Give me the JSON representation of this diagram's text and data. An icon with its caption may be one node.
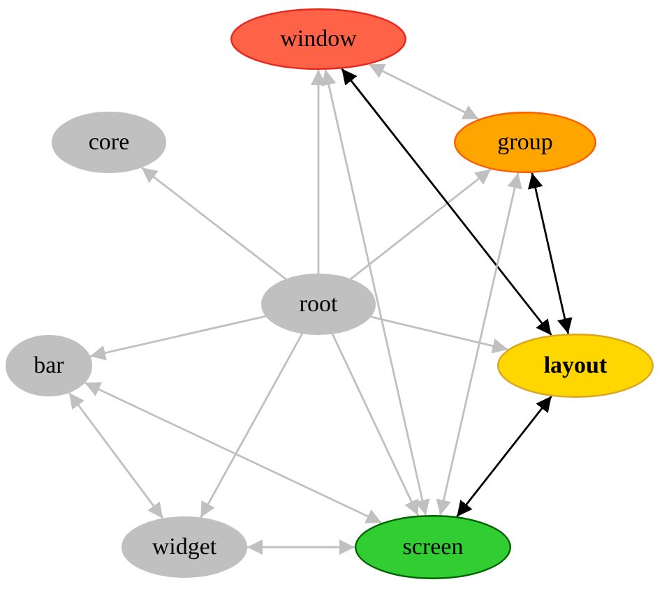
{
  "diagram": {
    "nodes": [
      {
        "text": [
          "window"
        ]
      },
      {
        "text": [
          "core"
        ]
      },
      {
        "text": [
          "group"
        ]
      },
      {
        "text": [
          "root"
        ]
      },
      {
        "text": [
          "bar"
        ]
      },
      {
        "text": [
          "layout"
        ]
      },
      {
        "text": [
          "widget"
        ]
      },
      {
        "text": [
          "screen"
        ]
      }
    ],
    "edges": [
      {
        "from": 3,
        "to": 1,
        "arrow": "to"
      },
      {
        "from": 3,
        "to": 0,
        "arrow": "to"
      },
      {
        "from": 3,
        "to": 2,
        "arrow": "to"
      },
      {
        "from": 3,
        "to": 4,
        "arrow": "to"
      },
      {
        "from": 3,
        "to": 5,
        "arrow": "to"
      },
      {
        "from": 3,
        "to": 6,
        "arrow": "to"
      },
      {
        "from": 3,
        "to": 7,
        "arrow": "to"
      },
      {
        "from": 0,
        "to": 2,
        "arrow": "both"
      },
      {
        "from": 0,
        "to": 5,
        "arrow": "both",
        "color": "#000000"
      },
      {
        "from": 0,
        "to": 7,
        "arrow": "both"
      },
      {
        "from": 2,
        "to": 5,
        "arrow": "both",
        "color": "#000000"
      },
      {
        "from": 2,
        "to": 7,
        "arrow": "both"
      },
      {
        "from": 5,
        "to": 7,
        "arrow": "both",
        "color": "#000000"
      },
      {
        "from": 4,
        "to": 6,
        "arrow": "both"
      },
      {
        "from": 4,
        "to": 7,
        "arrow": "both"
      },
      {
        "from": 6,
        "to": 7,
        "arrow": "both"
      }
    ]
  }
}
